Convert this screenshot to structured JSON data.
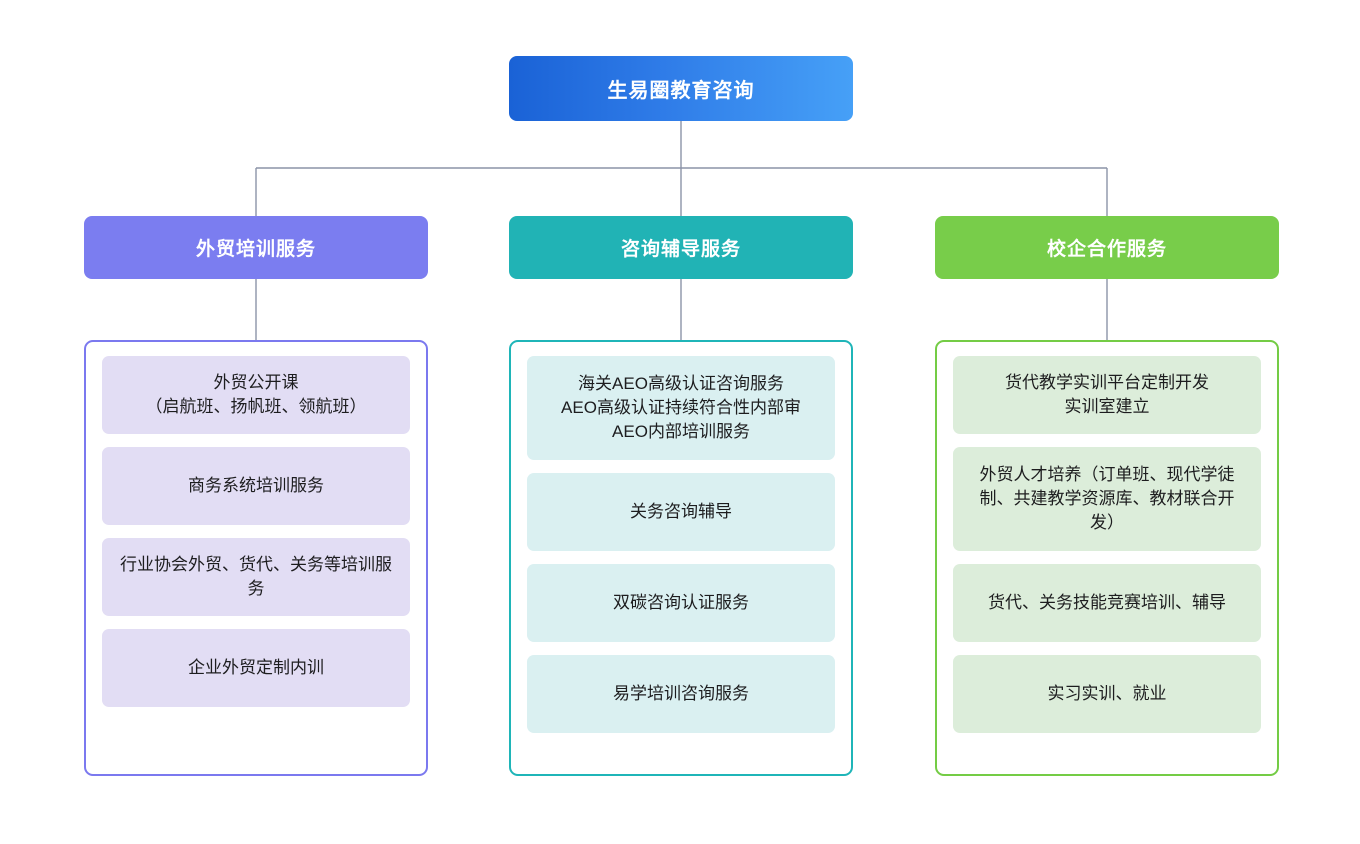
{
  "diagram": {
    "type": "organization-chart",
    "orientation": "top-down",
    "root": {
      "label": "生易圈教育咨询",
      "color_start": "#1a62d6",
      "color_end": "#46a0f7",
      "text_color": "#ffffff"
    },
    "connector_color": "#8b93a7",
    "branches": [
      {
        "id": "training",
        "label": "外贸培训服务",
        "header_color": "#7b7df0",
        "border_color": "#7b79ef",
        "leaf_color": "#e2ddf4",
        "text_color": "#ffffff",
        "items": [
          "外贸公开课\n（启航班、扬帆班、领航班）",
          "商务系统培训服务",
          "行业协会外贸、货代、关务等培训服务",
          "企业外贸定制内训"
        ]
      },
      {
        "id": "consulting",
        "label": "咨询辅导服务",
        "header_color": "#21b3b5",
        "border_color": "#1fb5b8",
        "leaf_color": "#daf0f1",
        "text_color": "#ffffff",
        "items": [
          "海关AEO高级认证咨询服务\nAEO高级认证持续符合性内部审\nAEO内部培训服务",
          "关务咨询辅导",
          "双碳咨询认证服务",
          "易学培训咨询服务"
        ]
      },
      {
        "id": "school-enterprise",
        "label": "校企合作服务",
        "header_color": "#78cd4a",
        "border_color": "#74cc45",
        "leaf_color": "#dcedda",
        "text_color": "#ffffff",
        "items": [
          "货代教学实训平台定制开发\n实训室建立",
          "外贸人才培养（订单班、现代学徒制、共建教学资源库、教材联合开发）",
          "货代、关务技能竞赛培训、辅导",
          "实习实训、就业"
        ]
      }
    ]
  }
}
